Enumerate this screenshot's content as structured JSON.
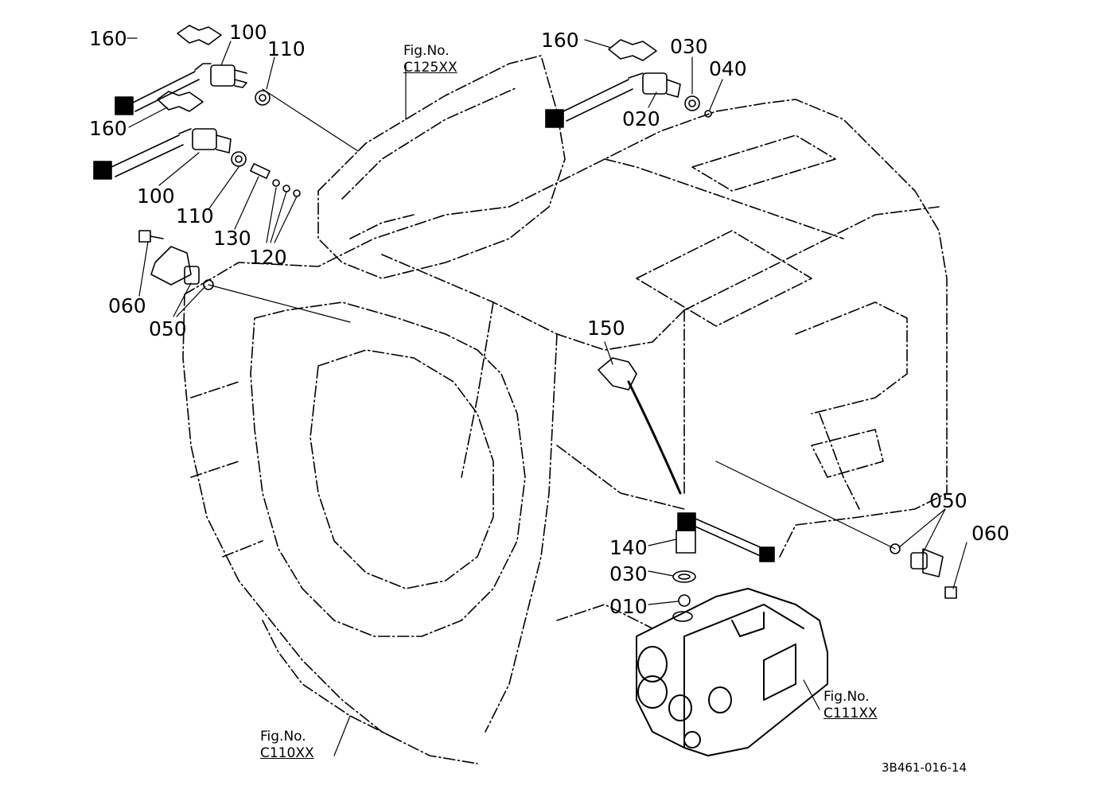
{
  "part_labels": [
    {
      "id": "l160a",
      "text": "160"
    },
    {
      "id": "l100a",
      "text": "100"
    },
    {
      "id": "l110a",
      "text": "110"
    },
    {
      "id": "l160b",
      "text": "160"
    },
    {
      "id": "l100b",
      "text": "100"
    },
    {
      "id": "l110b",
      "text": "110"
    },
    {
      "id": "l130",
      "text": "130"
    },
    {
      "id": "l120",
      "text": "120"
    },
    {
      "id": "l060a",
      "text": "060"
    },
    {
      "id": "l050a",
      "text": "050"
    },
    {
      "id": "l160c",
      "text": "160"
    },
    {
      "id": "l030a",
      "text": "030"
    },
    {
      "id": "l040",
      "text": "040"
    },
    {
      "id": "l020",
      "text": "020"
    },
    {
      "id": "l150",
      "text": "150"
    },
    {
      "id": "l140",
      "text": "140"
    },
    {
      "id": "l030b",
      "text": "030"
    },
    {
      "id": "l010",
      "text": "010"
    },
    {
      "id": "l050b",
      "text": "050"
    },
    {
      "id": "l060b",
      "text": "060"
    }
  ],
  "figure_refs": [
    {
      "id": "fig125",
      "label": "Fig.No.",
      "number": "C125XX"
    },
    {
      "id": "fig110",
      "label": "Fig.No.",
      "number": "C110XX"
    },
    {
      "id": "fig111",
      "label": "Fig.No.",
      "number": "C111XX"
    }
  ],
  "drawing_code": "3B461-016-14"
}
